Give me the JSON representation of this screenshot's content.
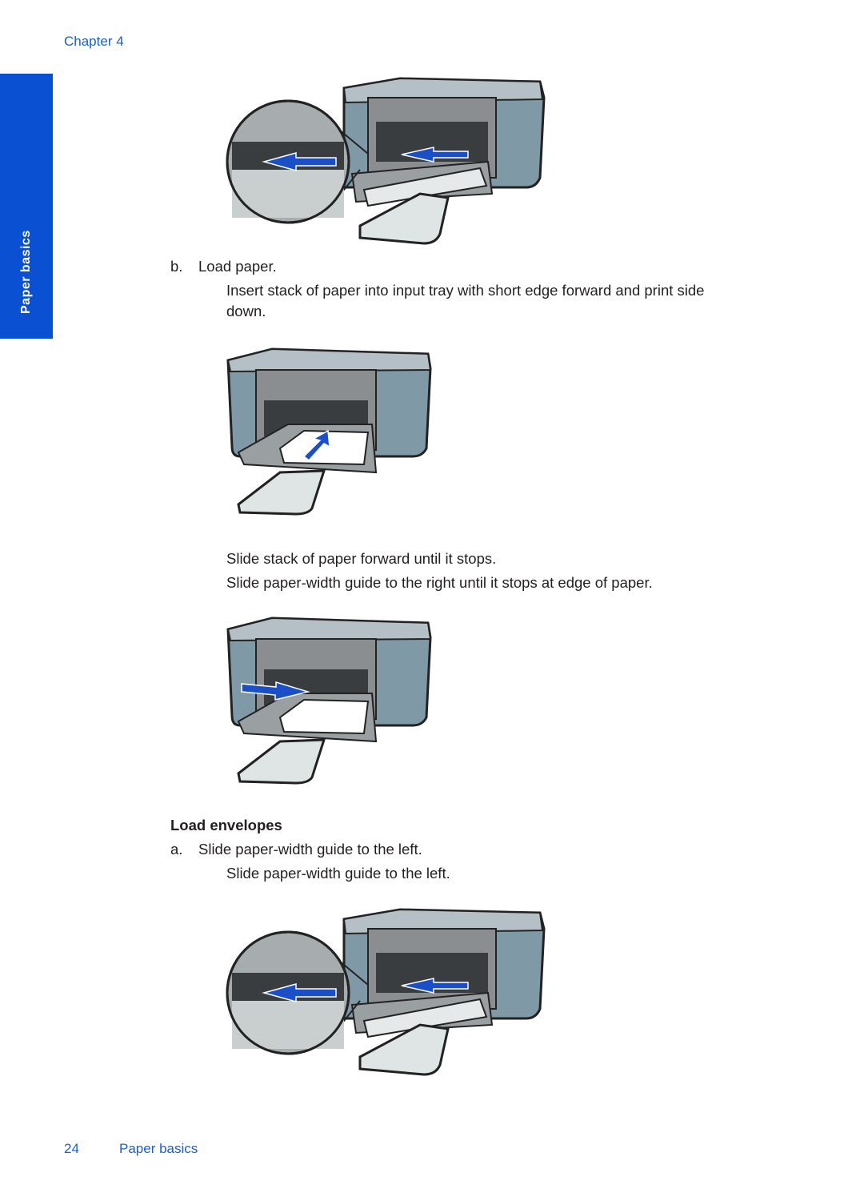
{
  "header": {
    "chapter": "Chapter 4"
  },
  "sidebar": {
    "tab_label": "Paper basics"
  },
  "steps": {
    "b_marker": "b.",
    "b_title": "Load paper.",
    "b_line1": "Insert stack of paper into input tray with short edge forward and print side",
    "b_line2": "down.",
    "b_slide1": "Slide stack of paper forward until it stops.",
    "b_slide2": "Slide paper-width guide to the right until it stops at edge of paper."
  },
  "envelopes": {
    "heading": "Load envelopes",
    "a_marker": "a.",
    "a_title": "Slide paper-width guide to the left.",
    "a_detail": "Slide paper-width guide to the left."
  },
  "footer": {
    "page_number": "24",
    "section": "Paper basics"
  },
  "colors": {
    "accent": "#0a50d2",
    "link_blue": "#1a5fd0",
    "arrow_blue": "#1a4fc8"
  }
}
